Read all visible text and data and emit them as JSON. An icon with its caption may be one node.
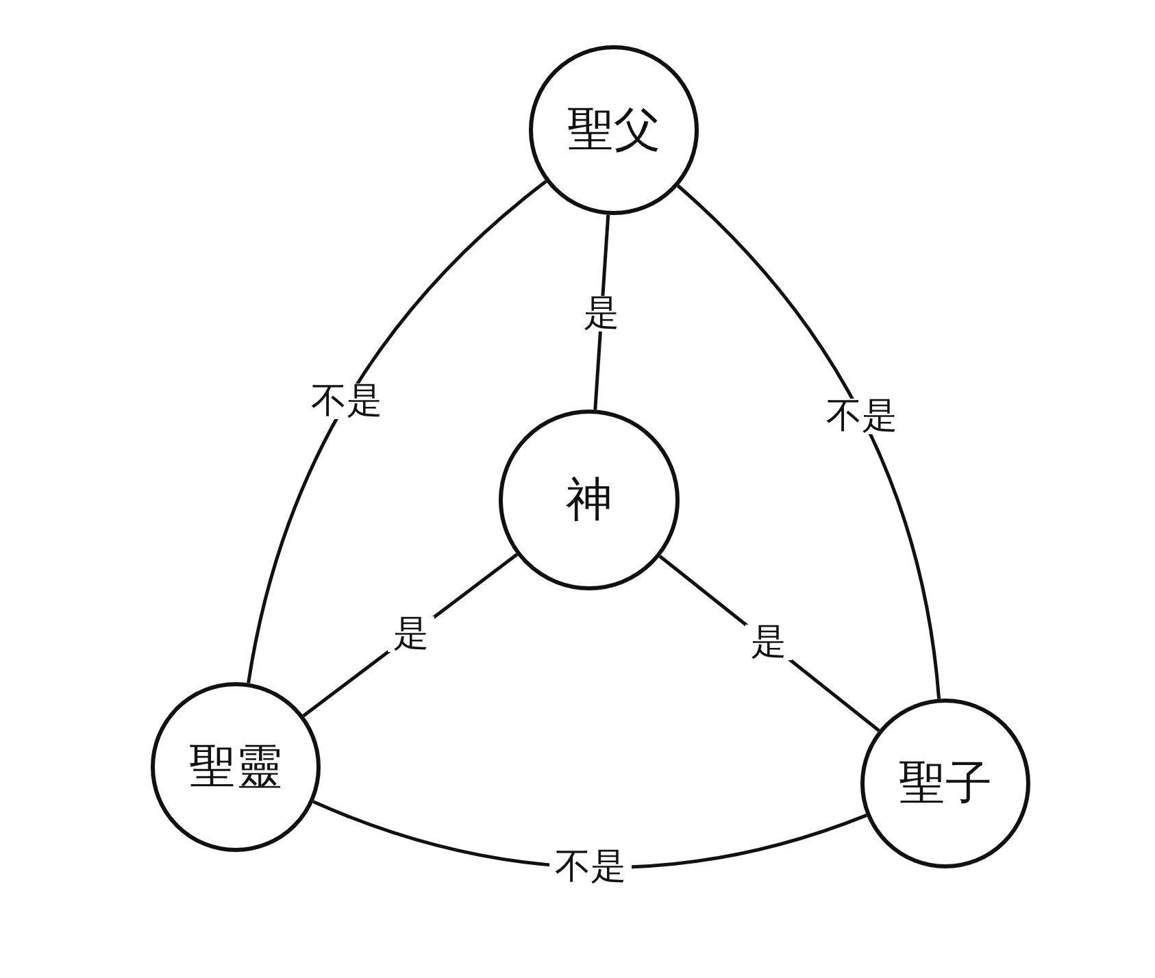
{
  "diagram": {
    "nodes": [
      {
        "text": [
          "聖父"
        ]
      },
      {
        "text": [
          "聖子"
        ]
      },
      {
        "text": [
          "聖靈"
        ]
      },
      {
        "text": [
          "神"
        ]
      }
    ],
    "edges": [
      {
        "from": 0,
        "to": 3,
        "arrow": "none",
        "label": "是"
      },
      {
        "from": 2,
        "to": 3,
        "arrow": "none",
        "label": "是"
      },
      {
        "from": 1,
        "to": 3,
        "arrow": "none",
        "label": "是"
      },
      {
        "from": 0,
        "to": 2,
        "arrow": "none",
        "label": "不是"
      },
      {
        "from": 0,
        "to": 1,
        "arrow": "none",
        "label": "不是"
      },
      {
        "from": 2,
        "to": 1,
        "arrow": "none",
        "label": "不是"
      }
    ]
  }
}
